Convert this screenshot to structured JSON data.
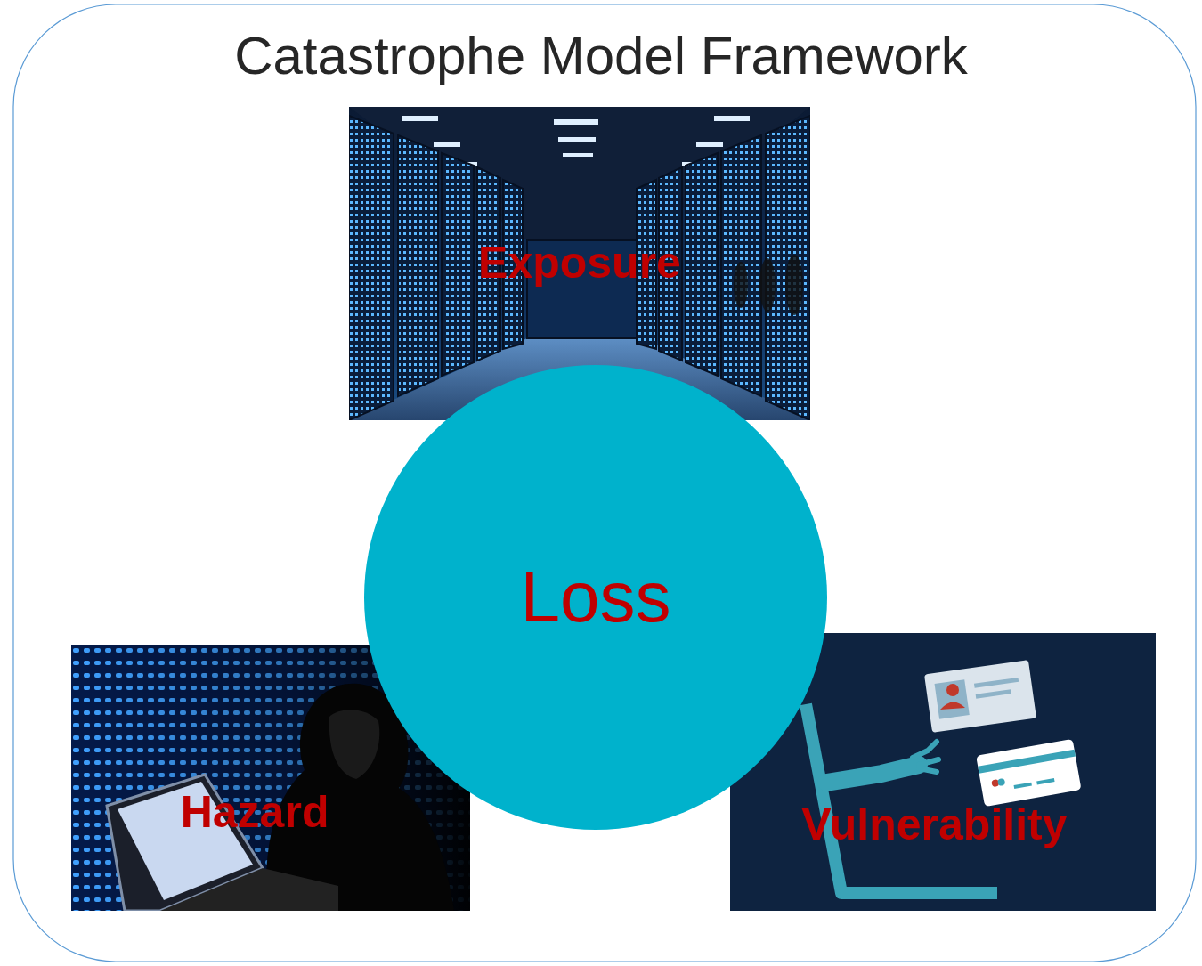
{
  "diagram": {
    "title": "Catastrophe Model Framework",
    "nodes": [
      {
        "text": [
          "Exposure"
        ]
      },
      {
        "text": [
          "Loss"
        ]
      },
      {
        "text": [
          "Hazard"
        ]
      },
      {
        "text": [
          "Vulnerability"
        ]
      }
    ]
  }
}
